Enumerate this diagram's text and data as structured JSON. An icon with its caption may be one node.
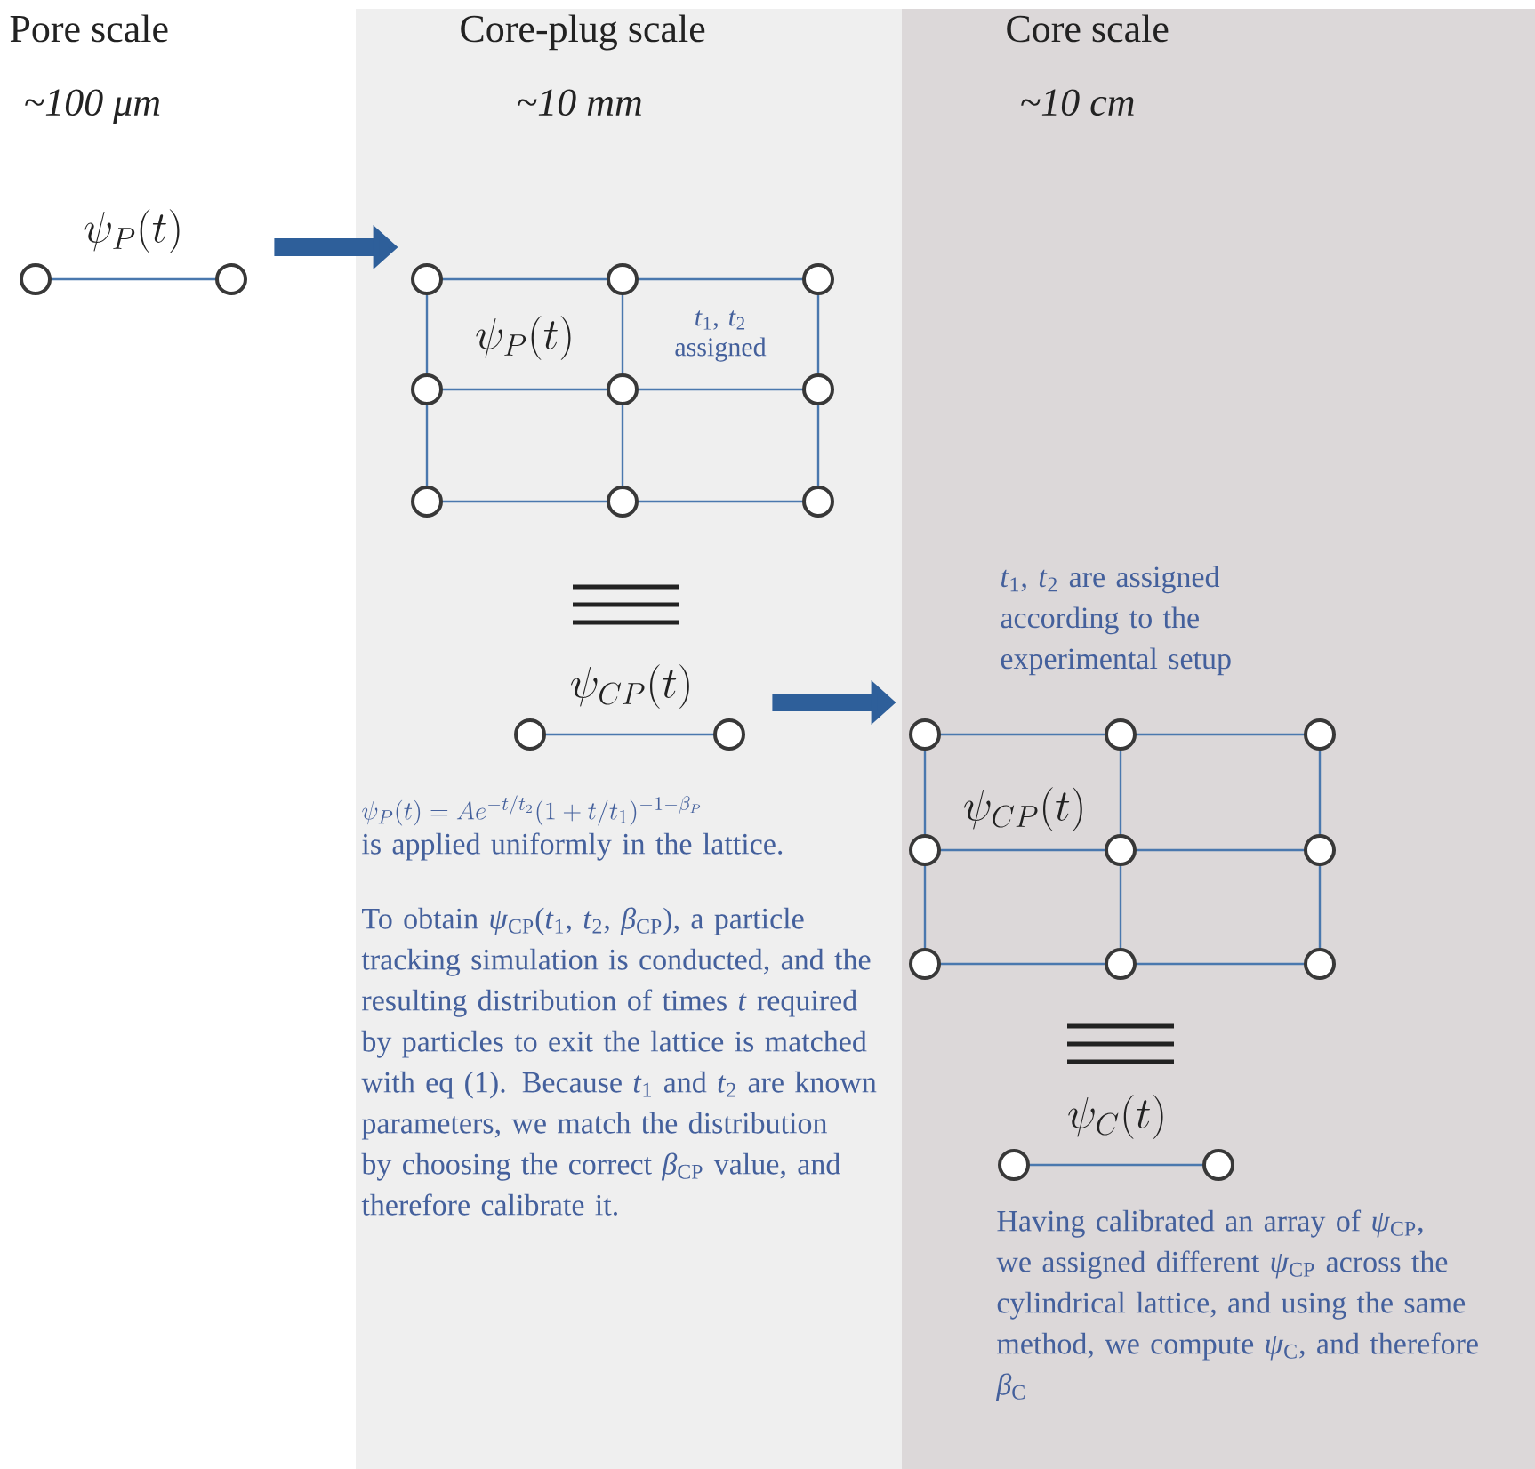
{
  "diagram": {
    "nodes": [
      {
        "text": [
          "\\psi_P(t)"
        ]
      },
      {
        "text": [
          "\\psi_P(t)",
          "*t*$_{1}$, *t*$_{2}$ assigned"
        ]
      },
      {
        "text": [
          "\\psi_{CP}(t)"
        ]
      },
      {
        "text": [
          "\\psi_{CP}(t)"
        ]
      },
      {
        "text": [
          "\\psi_{C}(t)"
        ]
      }
    ],
    "edges": [
      {
        "from": 0,
        "to": 1,
        "arrow": "to"
      },
      {
        "from": 2,
        "to": 3,
        "arrow": "to"
      }
    ],
    "labels": [
      "Pore scale",
      "Core-plug scale",
      "Core scale",
      "~100 μm",
      "~10 mm",
      "~10 cm",
      "*t*$_{1}$, *t*$_{2}$ are assigned according to the experimental setup",
      "\\psi_P(t) = Ae^{-t/t_2}(1+t/t_1)^{-1-\\beta_P}",
      "is applied uniformly in the lattice.",
      "To obtain *ψ*$_{CP}$(*t*$_{1}$, *t*$_{2}$, *β*$_{CP}$), a particle tracking simulation is conducted, and the resulting distribution of times *t* required by particles to exit the lattice is matched with eq (1). Because *t*$_{1}$ and *t*$_{2}$ are known parameters, we match the distribution by choosing the correct *β*$_{CP}$ value, and therefore calibrate it.",
      "Having calibrated an array of *ψ*$_{CP}$, we assigned different *ψ*$_{CP}$ across the cylindrical lattice, and using the same method, we compute *ψ*$_{C}$, and therefore *β*$_{C}$"
    ]
  }
}
